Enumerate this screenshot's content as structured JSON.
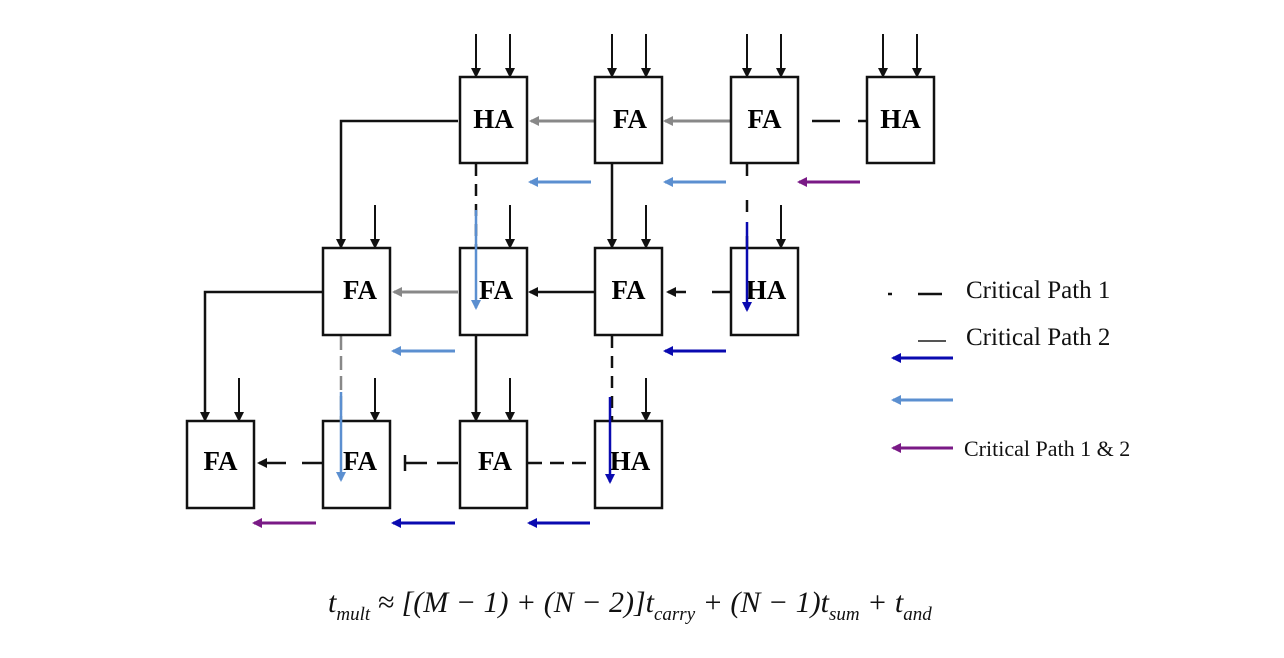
{
  "cells": {
    "r1c1": "HA",
    "r1c2": "FA",
    "r1c3": "FA",
    "r1c4": "HA",
    "r2c1": "FA",
    "r2c2": "FA",
    "r2c3": "FA",
    "r2c4": "HA",
    "r3c1": "FA",
    "r3c2": "FA",
    "r3c3": "FA",
    "r3c4": "HA"
  },
  "legend": {
    "path1": "Critical Path 1",
    "path2": "Critical Path 2",
    "both": "Critical Path 1 & 2"
  },
  "colors": {
    "path1_arrow": "#0a0ab0",
    "path2_arrow": "#5b8fd0",
    "both_arrow": "#7a1a86",
    "wire": "#111111"
  },
  "formula": {
    "t": "t",
    "mult_sub": "mult",
    "middle1": " ≈ [(M − 1) + (N − 2)]",
    "carry_sub": "carry",
    "middle2": " + (N − 1)",
    "sum_sub": "sum",
    "middle3": " + ",
    "and_sub": "and"
  }
}
